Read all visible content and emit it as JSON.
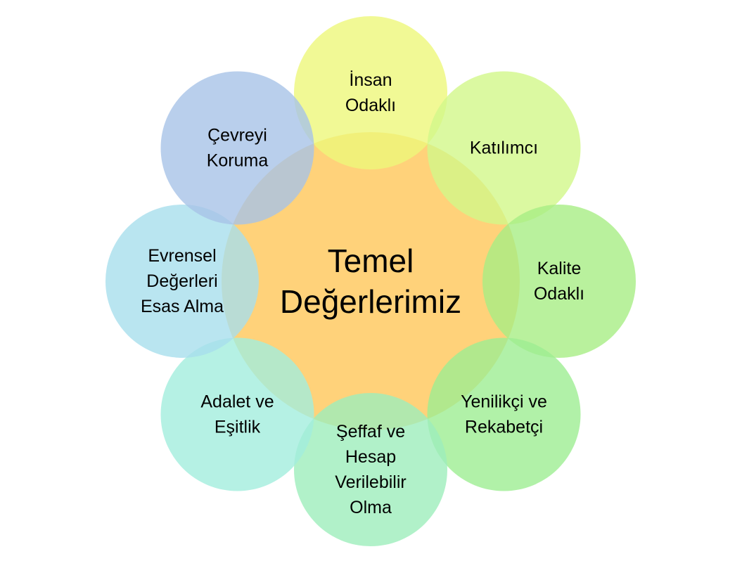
{
  "diagram": {
    "center": {
      "lines": [
        "Temel",
        "Değerlerimiz"
      ],
      "color": "#FFD27A"
    },
    "nodes": [
      {
        "id": "insan-odakli",
        "lines": [
          "İnsan",
          "Odaklı"
        ],
        "color": "#EEF77A"
      },
      {
        "id": "katilimci",
        "lines": [
          "Katılımcı"
        ],
        "color": "#D2F78A"
      },
      {
        "id": "kalite-odakli",
        "lines": [
          "Kalite",
          "Odaklı"
        ],
        "color": "#A7EE85"
      },
      {
        "id": "yenilikci-rekabetci",
        "lines": [
          "Yenilikçi ve",
          "Rekabetçi"
        ],
        "color": "#9EEE92"
      },
      {
        "id": "seffaf-hesap",
        "lines": [
          "Şeffaf ve",
          "Hesap",
          "Verilebilir",
          "Olma"
        ],
        "color": "#9DEEBC"
      },
      {
        "id": "adalet-esitlik",
        "lines": [
          "Adalet ve",
          "Eşitlik"
        ],
        "color": "#A3EEDD"
      },
      {
        "id": "evrensel-degerler",
        "lines": [
          "Evrensel",
          "Değerleri",
          "Esas Alma"
        ],
        "color": "#A7DEEC"
      },
      {
        "id": "cevreyi-koruma",
        "lines": [
          "Çevreyi",
          "Koruma"
        ],
        "color": "#A8C3E7"
      }
    ]
  }
}
